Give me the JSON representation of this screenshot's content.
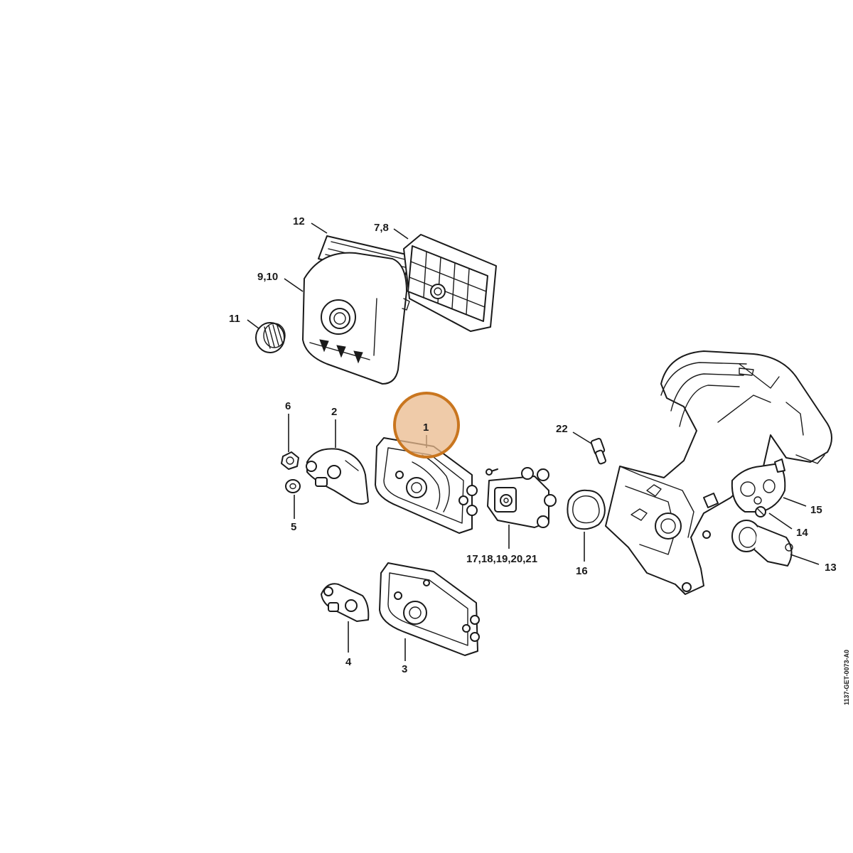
{
  "highlight": {
    "color": "#e9b98c",
    "stroke": "#c9761f",
    "label": "1"
  },
  "callouts": {
    "c12": "12",
    "c7_8": "7,8",
    "c9_10": "9,10",
    "c11": "11",
    "c6": "6",
    "c2": "2",
    "c1": "1",
    "c22": "22",
    "c5": "5",
    "c15": "15",
    "c14": "14",
    "c13": "13",
    "c17_21": "17,18,19,20,21",
    "c16": "16",
    "c4": "4",
    "c3": "3"
  },
  "document_code": "1137-GET-0073-A0"
}
